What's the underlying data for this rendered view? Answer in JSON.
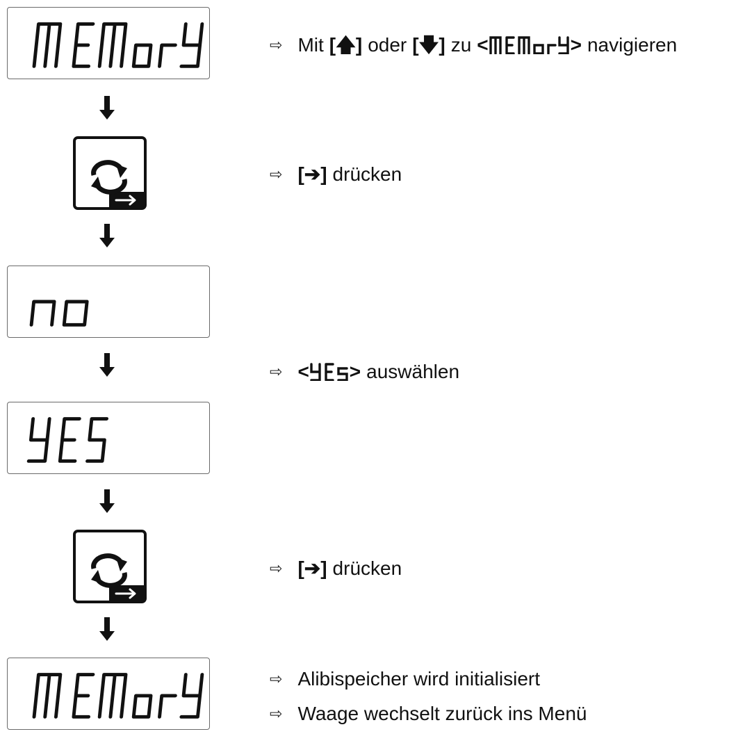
{
  "displays": {
    "memory_1": "MEMORY",
    "no": "no",
    "yes": "YES",
    "memory_2": "MEMORY"
  },
  "icons": {
    "down_arrow": "down-arrow-icon",
    "enter_key": "refresh-enter-key-icon",
    "bullet": "⇨"
  },
  "steps": [
    {
      "bullet": "⇨",
      "pre": "Mit",
      "key_up": "[🡅]",
      "mid": "oder",
      "key_down": "[🡇]",
      "mid2": "zu",
      "seg_open": "<",
      "seg_word": "MEMORY",
      "seg_close": ">",
      "post": "navigieren"
    },
    {
      "bullet": "⇨",
      "key": "[➔]",
      "text": "drücken"
    },
    {
      "bullet": "⇨",
      "seg_open": "<",
      "seg_word": "YES",
      "seg_close": ">",
      "text": "auswählen"
    },
    {
      "bullet": "⇨",
      "key": "[➔]",
      "text": "drücken"
    },
    {
      "bullet": "⇨",
      "text": "Alibispeicher wird initialisiert"
    },
    {
      "bullet": "⇨",
      "text": "Waage wechselt zurück ins Menü"
    }
  ]
}
